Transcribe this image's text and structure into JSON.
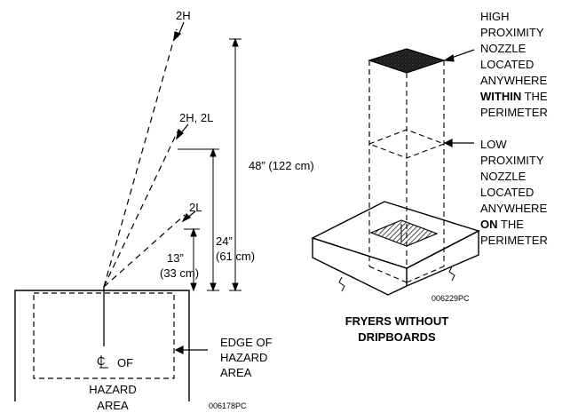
{
  "left_diagram": {
    "label_2h": "2H",
    "label_2h_2l": "2H, 2L",
    "label_2l": "2L",
    "dim_48": "48” (122 cm)",
    "dim_24_a": "24”",
    "dim_24_b": "(61 cm)",
    "dim_13_a": "13”",
    "dim_13_b": "(33 cm)",
    "cl_symbol": "C",
    "cl_of": "OF",
    "hazard_area_line1": "HAZARD",
    "hazard_area_line2": "AREA",
    "edge_line1": "EDGE OF",
    "edge_line2": "HAZARD",
    "edge_line3": "AREA",
    "part_number": "006178PC"
  },
  "right_diagram": {
    "high_lines": [
      "HIGH",
      "PROXIMITY",
      "NOZZLE",
      "LOCATED",
      "ANYWHERE"
    ],
    "high_bold": "WITHIN",
    "high_the": " THE",
    "high_last": "PERIMETER",
    "low_lines": [
      "LOW",
      "PROXIMITY",
      "NOZZLE",
      "LOCATED",
      "ANYWHERE"
    ],
    "low_bold": "ON",
    "low_the": " THE",
    "low_last": "PERIMETER",
    "part_number": "006229PC",
    "caption_line1": "FRYERS WITHOUT",
    "caption_line2": "DRIPBOARDS"
  }
}
